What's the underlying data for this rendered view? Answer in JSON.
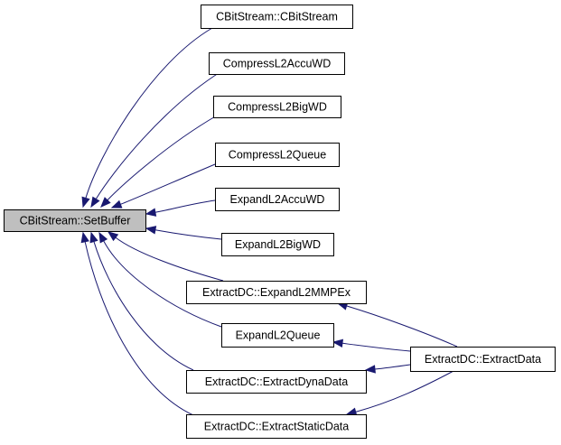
{
  "diagram": {
    "colors": {
      "edge": "#191970",
      "focus_fill": "#bfbfbf",
      "node_fill": "#ffffff",
      "border": "#000000"
    },
    "nodes": [
      {
        "id": "setbuffer",
        "label": "CBitStream::SetBuffer",
        "focus": true
      },
      {
        "id": "cbitstream",
        "label": "CBitStream::CBitStream"
      },
      {
        "id": "compaccu",
        "label": "CompressL2AccuWD"
      },
      {
        "id": "compbig",
        "label": "CompressL2BigWD"
      },
      {
        "id": "compqueue",
        "label": "CompressL2Queue"
      },
      {
        "id": "expaccu",
        "label": "ExpandL2AccuWD"
      },
      {
        "id": "expbig",
        "label": "ExpandL2BigWD"
      },
      {
        "id": "expmmp",
        "label": "ExtractDC::ExpandL2MMPEx"
      },
      {
        "id": "expqueue",
        "label": "ExpandL2Queue"
      },
      {
        "id": "extdyna",
        "label": "ExtractDC::ExtractDynaData"
      },
      {
        "id": "extstatic",
        "label": "ExtractDC::ExtractStaticData"
      },
      {
        "id": "extdata",
        "label": "ExtractDC::ExtractData"
      }
    ],
    "edges": [
      {
        "from": "cbitstream",
        "to": "setbuffer"
      },
      {
        "from": "compaccu",
        "to": "setbuffer"
      },
      {
        "from": "compbig",
        "to": "setbuffer"
      },
      {
        "from": "compqueue",
        "to": "setbuffer"
      },
      {
        "from": "expaccu",
        "to": "setbuffer"
      },
      {
        "from": "expbig",
        "to": "setbuffer"
      },
      {
        "from": "expmmp",
        "to": "setbuffer"
      },
      {
        "from": "expqueue",
        "to": "setbuffer"
      },
      {
        "from": "extdyna",
        "to": "setbuffer"
      },
      {
        "from": "extstatic",
        "to": "setbuffer"
      },
      {
        "from": "extdata",
        "to": "expmmp"
      },
      {
        "from": "extdata",
        "to": "expqueue"
      },
      {
        "from": "extdata",
        "to": "extdyna"
      },
      {
        "from": "extdata",
        "to": "extstatic"
      }
    ]
  }
}
